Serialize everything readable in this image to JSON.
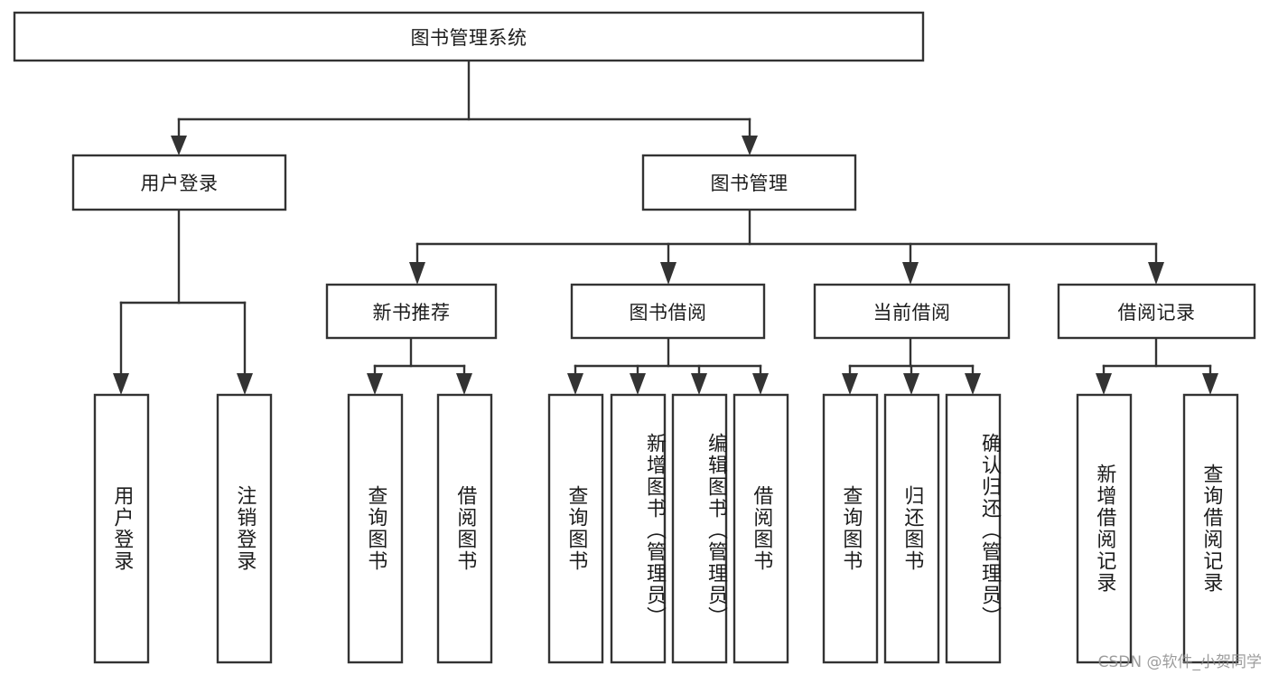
{
  "diagram": {
    "type": "tree-hierarchy",
    "title": "图书管理系统",
    "orientation": "top-down",
    "watermark": "CSDN @软件_小贺同学",
    "colors": {
      "box_fill": "#ffffff",
      "box_stroke": "#333333",
      "text": "#1c1c1c",
      "watermark": "#8c8c8c",
      "background": "#ffffff"
    },
    "nodes": {
      "root": {
        "label": "图书管理系统",
        "level": 0
      },
      "level1": [
        {
          "id": "user-login",
          "label": "用户登录"
        },
        {
          "id": "book-manage",
          "label": "图书管理"
        }
      ],
      "level2": [
        {
          "id": "new-book-rec",
          "label": "新书推荐",
          "parent": "book-manage"
        },
        {
          "id": "book-borrow",
          "label": "图书借阅",
          "parent": "book-manage"
        },
        {
          "id": "current-borrow",
          "label": "当前借阅",
          "parent": "book-manage"
        },
        {
          "id": "borrow-record",
          "label": "借阅记录",
          "parent": "book-manage"
        }
      ],
      "leaves": [
        {
          "id": "leaf-user-login",
          "label": "用户登录",
          "parent": "user-login"
        },
        {
          "id": "leaf-logout",
          "label": "注销登录",
          "parent": "user-login"
        },
        {
          "id": "leaf-query-book-1",
          "label": "查询图书",
          "parent": "new-book-rec"
        },
        {
          "id": "leaf-borrow-book-1",
          "label": "借阅图书",
          "parent": "new-book-rec"
        },
        {
          "id": "leaf-query-book-2",
          "label": "查询图书",
          "parent": "book-borrow"
        },
        {
          "id": "leaf-add-book",
          "label": "新增图书（管理员）",
          "parent": "book-borrow"
        },
        {
          "id": "leaf-edit-book",
          "label": "编辑图书（管理员）",
          "parent": "book-borrow"
        },
        {
          "id": "leaf-borrow-book-2",
          "label": "借阅图书",
          "parent": "book-borrow"
        },
        {
          "id": "leaf-query-book-3",
          "label": "查询图书",
          "parent": "current-borrow"
        },
        {
          "id": "leaf-return-book",
          "label": "归还图书",
          "parent": "current-borrow"
        },
        {
          "id": "leaf-confirm-return",
          "label": "确认归还（管理员）",
          "parent": "current-borrow"
        },
        {
          "id": "leaf-add-record",
          "label": "新增借阅记录",
          "parent": "borrow-record"
        },
        {
          "id": "leaf-query-record",
          "label": "查询借阅记录",
          "parent": "borrow-record"
        }
      ]
    }
  }
}
